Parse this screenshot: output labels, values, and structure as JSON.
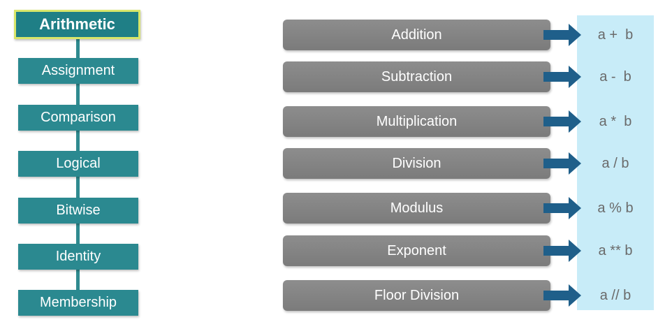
{
  "categories": [
    {
      "label": "Arithmetic",
      "active": true
    },
    {
      "label": "Assignment"
    },
    {
      "label": "Comparison"
    },
    {
      "label": "Logical"
    },
    {
      "label": "Bitwise"
    },
    {
      "label": "Identity"
    },
    {
      "label": "Membership"
    }
  ],
  "operators": [
    {
      "name": "Addition",
      "expr": "a +  b"
    },
    {
      "name": "Subtraction",
      "expr": "a -  b"
    },
    {
      "name": "Multiplication",
      "expr": "a *  b"
    },
    {
      "name": "Division",
      "expr": "a / b"
    },
    {
      "name": "Modulus",
      "expr": "a % b"
    },
    {
      "name": "Exponent",
      "expr": "a ** b"
    },
    {
      "name": "Floor Division",
      "expr": "a // b"
    }
  ],
  "colors": {
    "category_teal": "#2b8990",
    "active_border": "#d8e66a",
    "operator_bar": "#838383",
    "arrow": "#1f5f8a",
    "expr_panel": "#c8ecf8"
  }
}
